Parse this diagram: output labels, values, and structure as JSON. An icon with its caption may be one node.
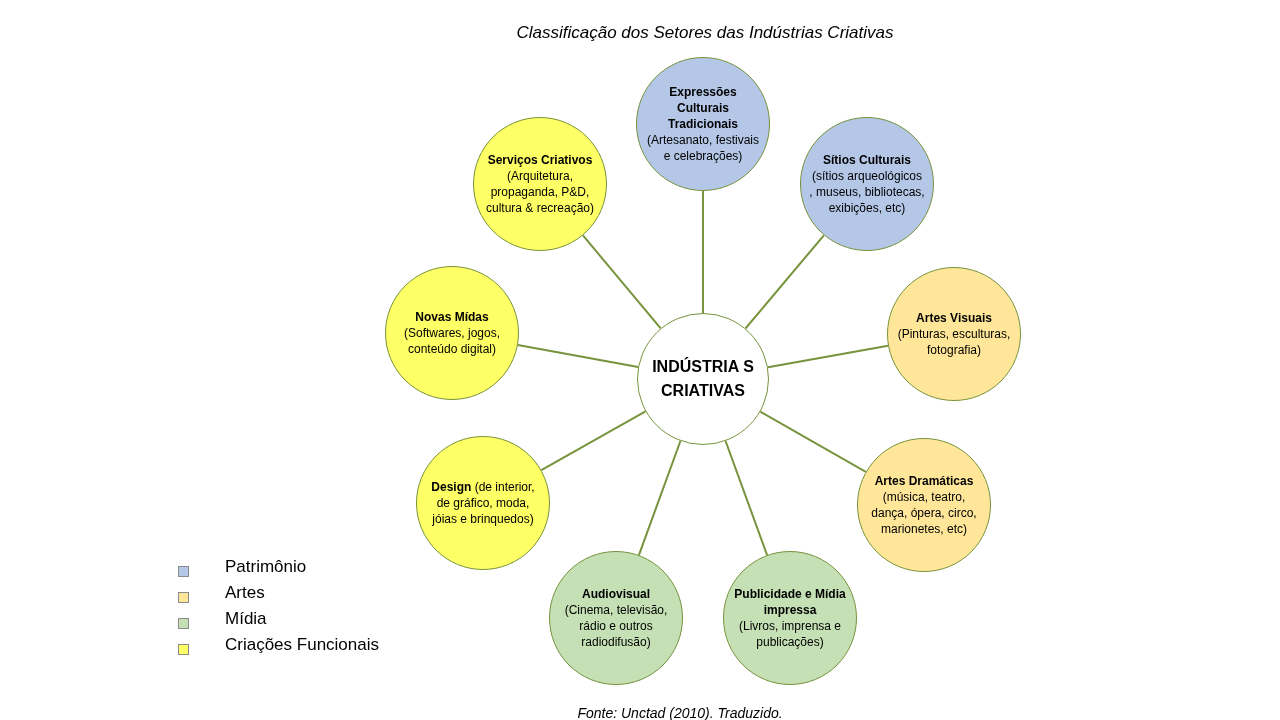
{
  "diagram": {
    "title": "Classificação dos Setores das Indústrias Criativas",
    "caption": "Fonte: Unctad (2010). Traduzido.",
    "nodes": [
      {
        "text": [
          "INDÚSTRIA S CRIATIVAS"
        ]
      },
      {
        "text": [
          "Expressões Culturais Tradicionais",
          "(Artesanato, festivais e celebrações)"
        ]
      },
      {
        "text": [
          "Sítios Culturais",
          "(sítios arqueológicos , museus, bibliotecas, exibições, etc)"
        ]
      },
      {
        "text": [
          "Artes Visuais",
          "(Pinturas, esculturas, fotografia)"
        ]
      },
      {
        "text": [
          "Artes Dramáticas",
          "(música, teatro, dança, ópera, circo, marionetes, etc)"
        ]
      },
      {
        "text": [
          "Publicidade e Mídia impressa",
          "(Livros, imprensa e publicações)"
        ]
      },
      {
        "text": [
          "Audiovisual",
          "(Cinema, televisão, rádio e outros radiodifusão)"
        ]
      },
      {
        "text": [
          "**Design** (de interior, de gráfico, moda, jóias e brinquedos)"
        ]
      },
      {
        "text": [
          "Novas Mídas",
          "(Softwares, jogos, conteúdo digital)"
        ]
      },
      {
        "text": [
          "Serviços Criativos",
          "(Arquitetura, propaganda, P&D, cultura & recreação)"
        ]
      }
    ],
    "edges": [
      {
        "from": 0,
        "to": 1,
        "arrow": "none"
      },
      {
        "from": 0,
        "to": 2,
        "arrow": "none"
      },
      {
        "from": 0,
        "to": 3,
        "arrow": "none"
      },
      {
        "from": 0,
        "to": 4,
        "arrow": "none"
      },
      {
        "from": 0,
        "to": 5,
        "arrow": "none"
      },
      {
        "from": 0,
        "to": 6,
        "arrow": "none"
      },
      {
        "from": 0,
        "to": 7,
        "arrow": "none"
      },
      {
        "from": 0,
        "to": 8,
        "arrow": "none"
      },
      {
        "from": 0,
        "to": 9,
        "arrow": "none"
      }
    ],
    "legend": [
      {
        "text": "Patrimônio",
        "color": "#b4c7e7"
      },
      {
        "text": "Artes",
        "color": "#ffe699"
      },
      {
        "text": "Mídia",
        "color": "#c5e0b4"
      },
      {
        "text": "Criações Funcionais",
        "color": "#ffff66"
      }
    ]
  }
}
